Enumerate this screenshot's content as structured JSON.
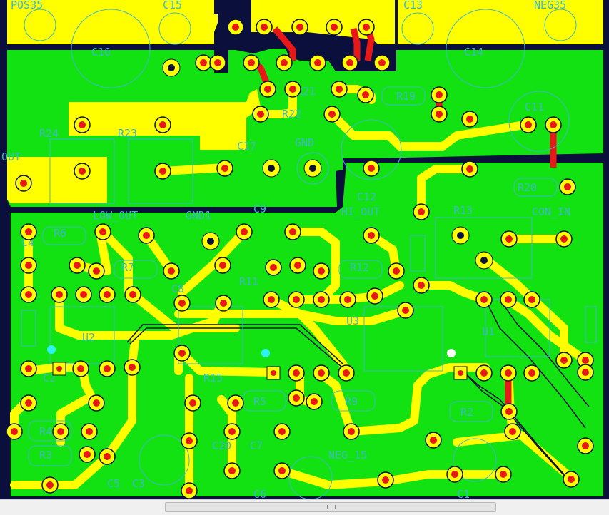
{
  "colors": {
    "background": "#0a0f3c",
    "ground_plane": "#12e212",
    "copper_trace": "#ffff00",
    "pad_ring": "#ffff00",
    "drill_hole": "#e81818",
    "top_layer_trace": "#e81818",
    "silkscreen": "#3fb8c8",
    "via_cyan": "#2ef2f2"
  },
  "silkscreen_labels": [
    {
      "id": "pos35",
      "text": "POS35"
    },
    {
      "id": "c15",
      "text": "C15"
    },
    {
      "id": "c13",
      "text": "C13"
    },
    {
      "id": "neg35",
      "text": "NEG35"
    },
    {
      "id": "c16",
      "text": "C16"
    },
    {
      "id": "c14",
      "text": "C14"
    },
    {
      "id": "r21",
      "text": "R21"
    },
    {
      "id": "r19",
      "text": "R19"
    },
    {
      "id": "r22",
      "text": "R22"
    },
    {
      "id": "c11",
      "text": "C11"
    },
    {
      "id": "r24",
      "text": "R24"
    },
    {
      "id": "r23",
      "text": "R23"
    },
    {
      "id": "c17",
      "text": "C17"
    },
    {
      "id": "gnd",
      "text": "GND"
    },
    {
      "id": "out",
      "text": "OUT"
    },
    {
      "id": "c12",
      "text": "C12"
    },
    {
      "id": "r20",
      "text": "R20"
    },
    {
      "id": "c9",
      "text": "C9"
    },
    {
      "id": "low_out",
      "text": "LOW_OUT"
    },
    {
      "id": "gnd1",
      "text": "GND1"
    },
    {
      "id": "hi_out",
      "text": "HI_OUT"
    },
    {
      "id": "r13",
      "text": "R13"
    },
    {
      "id": "con_in",
      "text": "CON_IN"
    },
    {
      "id": "r6",
      "text": "R6"
    },
    {
      "id": "c4",
      "text": "C4"
    },
    {
      "id": "r7",
      "text": "R7"
    },
    {
      "id": "r11",
      "text": "R11"
    },
    {
      "id": "r12",
      "text": "R12"
    },
    {
      "id": "c8",
      "text": "C8"
    },
    {
      "id": "u2",
      "text": "U2"
    },
    {
      "id": "u3",
      "text": "U3"
    },
    {
      "id": "u1",
      "text": "U1"
    },
    {
      "id": "c2",
      "text": "C2"
    },
    {
      "id": "r15",
      "text": "R15"
    },
    {
      "id": "r4",
      "text": "R4"
    },
    {
      "id": "r3",
      "text": "R3"
    },
    {
      "id": "r9",
      "text": "R9"
    },
    {
      "id": "r2",
      "text": "R2"
    },
    {
      "id": "r5",
      "text": "R5"
    },
    {
      "id": "c3",
      "text": "C3"
    },
    {
      "id": "c7",
      "text": "C7"
    },
    {
      "id": "c20",
      "text": "C20"
    },
    {
      "id": "neg_15",
      "text": "NEG_15"
    },
    {
      "id": "c5",
      "text": "C5"
    },
    {
      "id": "c6",
      "text": "C6"
    },
    {
      "id": "c1",
      "text": "C1"
    }
  ],
  "scrollbar": {
    "orientation": "horizontal"
  }
}
